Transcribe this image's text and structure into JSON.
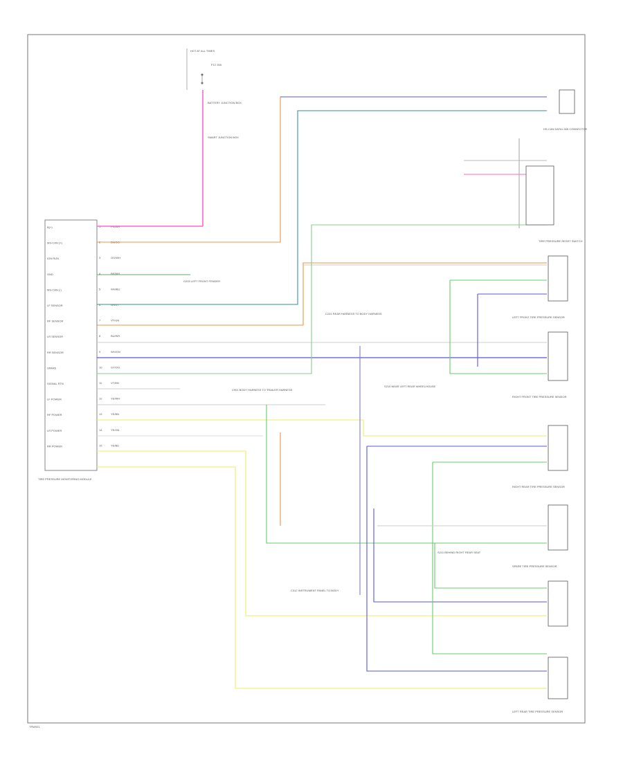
{
  "diagram": {
    "module_name": "TIRE PRESSURE MONITORING MODULE",
    "footer_code": "TPMS01",
    "power_label": "HOT AT ALL TIMES",
    "module_pins": [
      {
        "n": "1",
        "label": "B(+)",
        "wire": "PK/WH"
      },
      {
        "n": "2",
        "label": "MS-CAN (+)",
        "wire": "BN/OG"
      },
      {
        "n": "3",
        "label": "IGN RUN",
        "wire": "OG/WH"
      },
      {
        "n": "4",
        "label": "GND",
        "wire": "BK/WH"
      },
      {
        "n": "5",
        "label": "MS-CAN (-)",
        "wire": "WH/BU"
      },
      {
        "n": "6",
        "label": "LF SENSOR",
        "wire": "GN/VT"
      },
      {
        "n": "7",
        "label": "RF SENSOR",
        "wire": "VT/GN"
      },
      {
        "n": "8",
        "label": "LR SENSOR",
        "wire": "BU/WH"
      },
      {
        "n": "9",
        "label": "RR SENSOR",
        "wire": "WH/GN"
      },
      {
        "n": "10",
        "label": "SPARE",
        "wire": "GY/OG"
      },
      {
        "n": "11",
        "label": "SIGNAL RTN",
        "wire": "VT/BN"
      },
      {
        "n": "12",
        "label": "LF POWER",
        "wire": "YE/WH"
      },
      {
        "n": "13",
        "label": "RF POWER",
        "wire": "YE/BN"
      },
      {
        "n": "14",
        "label": "LR POWER",
        "wire": "YE/GN"
      },
      {
        "n": "15",
        "label": "RR POWER",
        "wire": "YE/BU"
      }
    ],
    "components": [
      {
        "id": "hs-can",
        "label": "HS-CAN DATA LINK CONNECTOR"
      },
      {
        "id": "lf",
        "label": "LEFT FRONT TIRE PRESSURE SENSOR"
      },
      {
        "id": "rf",
        "label": "RIGHT FRONT TIRE PRESSURE SENSOR"
      },
      {
        "id": "rr",
        "label": "RIGHT REAR TIRE PRESSURE SENSOR"
      },
      {
        "id": "lr",
        "label": "LEFT REAR TIRE PRESSURE SENSOR"
      },
      {
        "id": "spare",
        "label": "SPARE TIRE PRESSURE SENSOR"
      },
      {
        "id": "sw",
        "label": "TIRE PRESSURE RESET SWITCH"
      }
    ],
    "notes": [
      "BATTERY JUNCTION BOX",
      "SMART JUNCTION BOX",
      "G203 LEFT FRONT FENDER",
      "C231 REAR HARNESS TO BODY HARNESS",
      "C901 BODY HARNESS TO TRAILER HARNESS",
      "S210 NEAR LEFT REAR WHEELHOUSE",
      "S211 BEHIND RIGHT REAR SEAT",
      "C312 INSTRUMENT PANEL TO BODY"
    ],
    "fuse": "F12 15A"
  },
  "colors": {
    "pink": "#ff66cc",
    "blue": "#5555dd",
    "teal": "#3a8f95",
    "orange": "#e69548",
    "green": "#66cc66",
    "yellow": "#eeee66",
    "gray": "#b8b8b8",
    "violet": "#7777ee"
  }
}
